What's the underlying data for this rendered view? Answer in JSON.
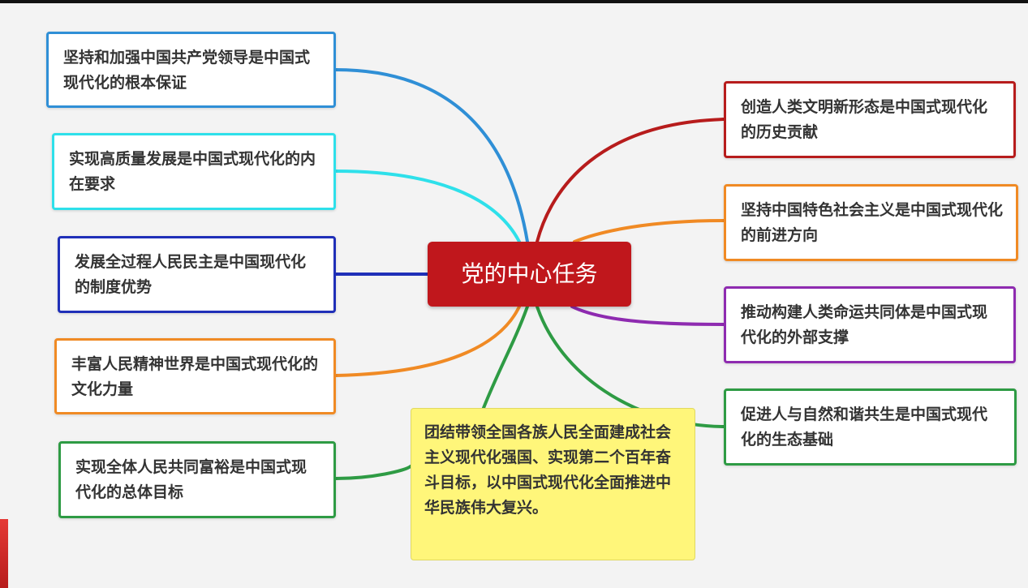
{
  "center": {
    "label": "党的中心任务",
    "color": "#c0171c"
  },
  "goal": {
    "text": "团结带领全国各族人民全面建成社会主义现代化强国、实现第二个百年奋斗目标，以中国式现代化全面推进中华民族伟大复兴。",
    "color": "#fff67a"
  },
  "branches": {
    "left": [
      {
        "text": "坚持和加强中国共产党领导是中国式现代化的根本保证",
        "color": "#2f8fd6"
      },
      {
        "text": "实现高质量发展是中国式现代化的内在要求",
        "color": "#2ee0ea"
      },
      {
        "text": "发展全过程人民民主是中国现代化的制度优势",
        "color": "#1f2fb8"
      },
      {
        "text": "丰富人民精神世界是中国式现代化的文化力量",
        "color": "#f08a24"
      },
      {
        "text": "实现全体人民共同富裕是中国式现代化的总体目标",
        "color": "#2e9b44"
      }
    ],
    "right": [
      {
        "text": "创造人类文明新形态是中国式现代化的历史贡献",
        "color": "#b71c1c"
      },
      {
        "text": "坚持中国特色社会主义是中国式现代化的前进方向",
        "color": "#f08a24"
      },
      {
        "text": "推动构建人类命运共同体是中国式现代化的外部支撑",
        "color": "#8e2bb0"
      },
      {
        "text": "促进人与自然和谐共生是中国式现代化的生态基础",
        "color": "#2e9b44"
      }
    ]
  }
}
